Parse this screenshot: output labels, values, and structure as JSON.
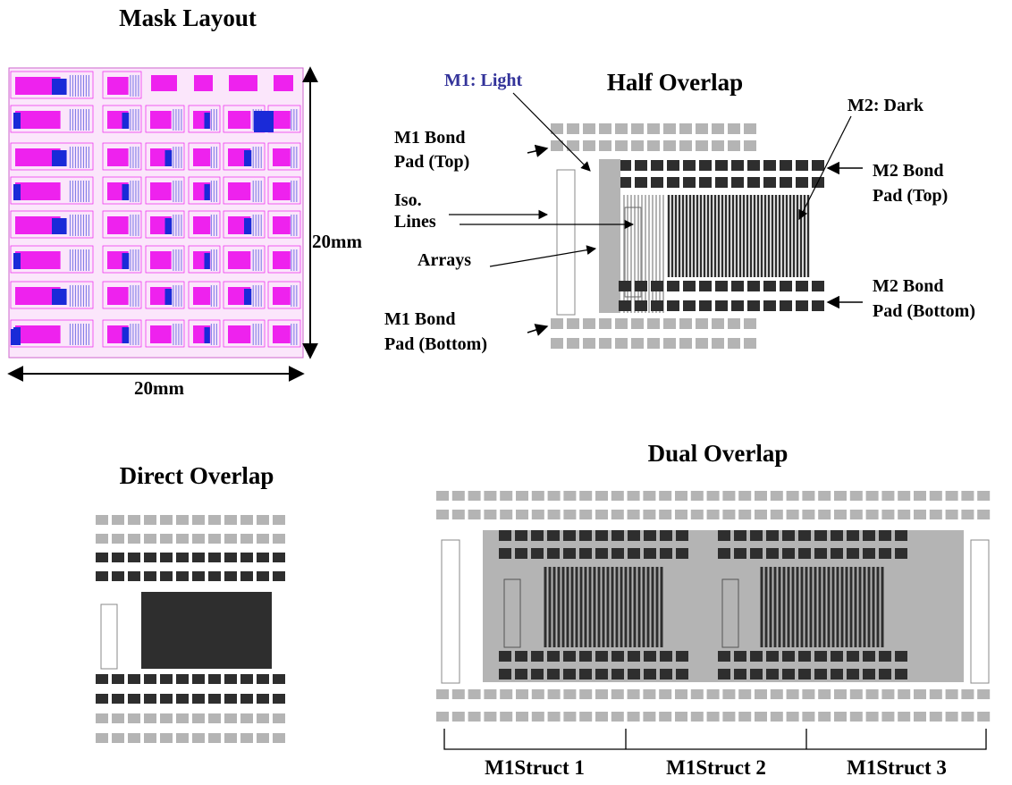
{
  "titles": {
    "mask_layout": "Mask Layout",
    "half_overlap": "Half Overlap",
    "direct_overlap": "Direct Overlap",
    "dual_overlap": "Dual Overlap"
  },
  "mask": {
    "height_label": "20mm",
    "width_label": "20mm"
  },
  "half_labels": {
    "m1_light": "M1: Light",
    "m2_dark": "M2: Dark",
    "m1_bond_top": [
      "M1 Bond",
      "Pad (Top)"
    ],
    "m2_bond_top": [
      "M2 Bond",
      "Pad (Top)"
    ],
    "iso_lines": [
      "Iso.",
      "Lines"
    ],
    "arrays": "Arrays",
    "m2_bond_bottom": [
      "M2 Bond",
      "Pad (Bottom)"
    ],
    "m1_bond_bottom": [
      "M1 Bond",
      "Pad (Bottom)"
    ]
  },
  "dual_labels": {
    "structs": [
      "M1Struct 1",
      "M1Struct 2",
      "M1Struct 3"
    ]
  },
  "colors": {
    "m1_light": "#b4b4b4",
    "m2_dark": "#2e2e2e",
    "mask_magenta": "#ee22ee",
    "mask_blue": "#1a2ad8",
    "label_blue": "#33339a"
  }
}
